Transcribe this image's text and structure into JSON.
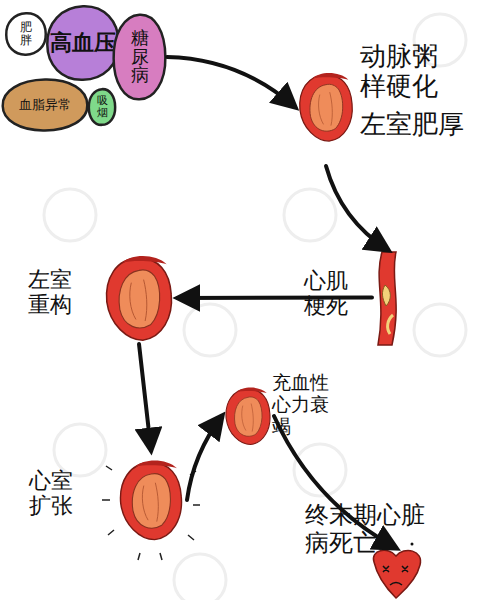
{
  "diagram": {
    "nodes": [
      {
        "text": [
          "肥胖"
        ]
      },
      {
        "text": [
          "高血压"
        ]
      },
      {
        "text": [
          "糖尿病"
        ]
      },
      {
        "text": [
          "血脂异常"
        ]
      },
      {
        "text": [
          "吸烟"
        ]
      },
      {
        "text": [
          "动脉粥样硬化",
          "左室肥厚"
        ]
      },
      {
        "text": [
          "心肌梗死"
        ]
      },
      {
        "text": [
          "左室重构"
        ]
      },
      {
        "text": [
          "心室扩张"
        ]
      },
      {
        "text": [
          "充血性心力衰竭"
        ]
      },
      {
        "text": [
          "终末期心脏病死亡"
        ]
      }
    ],
    "edges": [
      {
        "from": 2,
        "to": 5,
        "arrow": "to"
      },
      {
        "from": 5,
        "to": 6,
        "arrow": "to"
      },
      {
        "from": 6,
        "to": 7,
        "arrow": "to"
      },
      {
        "from": 7,
        "to": 8,
        "arrow": "to"
      },
      {
        "from": 8,
        "to": 9,
        "arrow": "to"
      },
      {
        "from": 9,
        "to": 10,
        "arrow": "to"
      }
    ]
  }
}
